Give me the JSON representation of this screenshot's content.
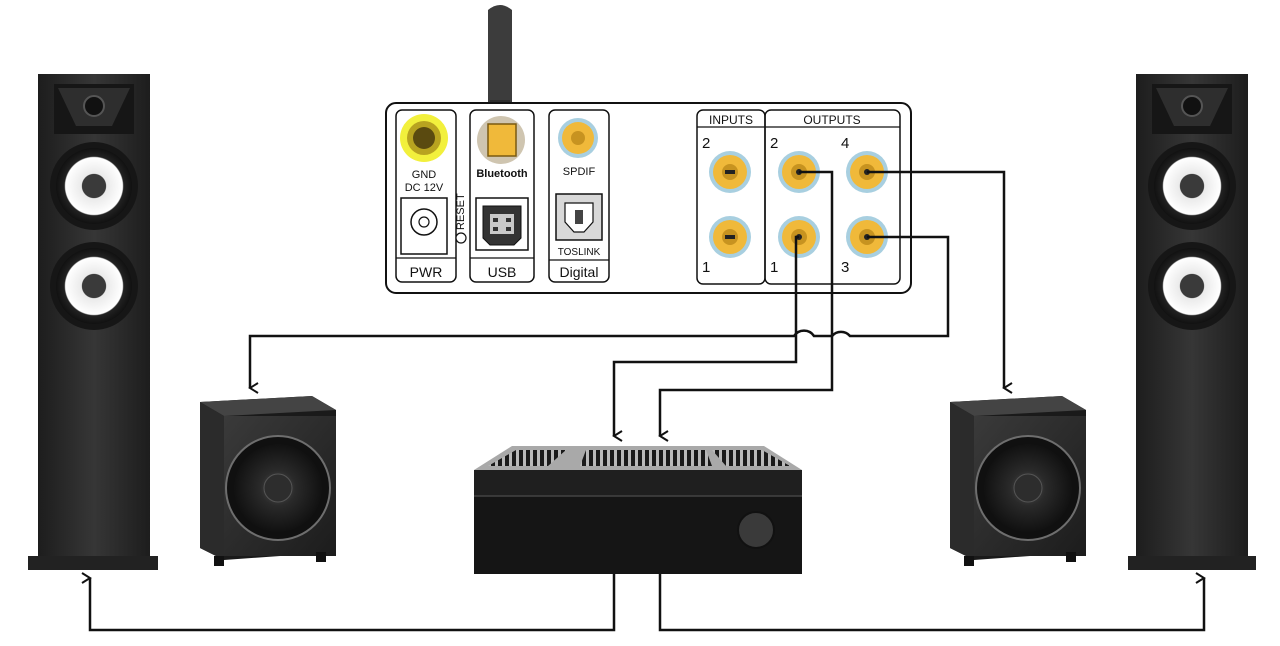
{
  "dsp": {
    "pwr_section": {
      "jack_label_line1": "GND",
      "jack_label_line2": "DC 12V",
      "reset_label": "RESET",
      "section_label": "PWR"
    },
    "usb_section": {
      "bluetooth_label": "Bluetooth",
      "section_label": "USB"
    },
    "digital_section": {
      "spdif_label": "SPDIF",
      "toslink_label": "TOSLINK",
      "section_label": "Digital"
    },
    "inputs": {
      "title": "INPUTS",
      "top_number": "2",
      "bottom_number": "1"
    },
    "outputs": {
      "title": "OUTPUTS",
      "number_2": "2",
      "number_4": "4",
      "number_1": "1",
      "number_3": "3"
    }
  },
  "colors": {
    "rca_ring": "#a8cfe0",
    "rca_gold": "#f0b93a",
    "gnd_yellow": "#f2f03c",
    "speaker_body": "#2a2a2a",
    "cable": "#111111"
  },
  "icons": [
    "antenna-icon",
    "usb-b-port-icon",
    "toslink-port-icon",
    "dc-jack-icon"
  ]
}
